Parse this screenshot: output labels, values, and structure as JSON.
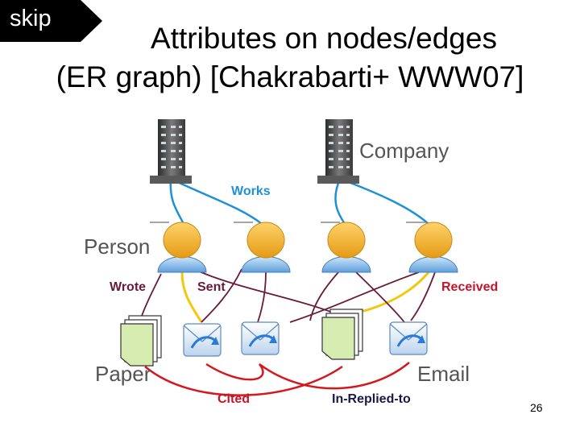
{
  "nav": {
    "skip_label": "skip"
  },
  "title": {
    "line1": "Attributes on nodes/edges",
    "line2": "(ER graph) [Chakrabarti+ WWW07]"
  },
  "nodes": {
    "company": "Company",
    "person": "Person",
    "paper": "Paper",
    "email": "Email"
  },
  "relations": {
    "works": "Works",
    "wrote": "Wrote",
    "sent": "Sent",
    "received": "Received",
    "cited": "Cited",
    "in_replied_to": "In-Replied-to"
  },
  "colors": {
    "works_edge": "#1e90d6",
    "wrote_edge": "#f2c80f",
    "sent_edge": "#6a1a3a",
    "received_edge": "#6a1a3a",
    "cited_edge": "#d4181e",
    "replied_edge": "#d4181e",
    "works_label": "#1e90d6",
    "wrote_label": "#6a1a3a",
    "received_label": "#c8142a",
    "cited_label": "#c8142a",
    "replied_label": "#1a1a4a"
  },
  "icons": {
    "company": "office-building-icon",
    "person": "person-icon",
    "paper": "paper-stack-icon",
    "email": "email-envelope-icon"
  },
  "footer": {
    "page_number": "26"
  }
}
